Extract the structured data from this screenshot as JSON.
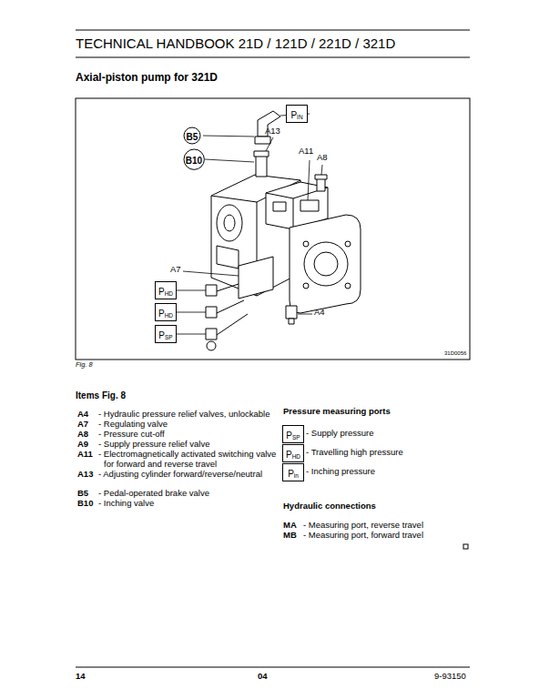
{
  "diagram": {
    "title": "TECHNICAL HANDBOOK 21D / 121D / 221D / 321D",
    "nodes": [
      {
        "text": [
          "P",
          "IN"
        ]
      },
      {
        "text": [
          "B5"
        ]
      },
      {
        "text": [
          "B10"
        ]
      },
      {
        "text": [
          "P",
          "HD"
        ]
      },
      {
        "text": [
          "P",
          "HD"
        ]
      },
      {
        "text": [
          "P",
          "SP"
        ]
      },
      {
        "text": [
          "P",
          "SP"
        ]
      },
      {
        "text": [
          "P",
          "HD"
        ]
      },
      {
        "text": [
          "P",
          "in"
        ]
      }
    ],
    "labels": [
      "Axial-piston pump for 321D",
      "A13",
      "A11",
      "A8",
      "A7",
      "A4",
      "31D0056",
      "Fig. 8",
      "Items Fig. 8",
      "A4",
      "- Hydraulic pressure relief valves, unlockable",
      "A7",
      "- Regulating valve",
      "A8",
      "- Pressure cut-off",
      "A9",
      "- Supply pressure relief valve",
      "A11",
      "- Electromagnetically activated switching valve for forward and reverse travel",
      "A13",
      "- Adjusting cylinder forward/reverse/neutral",
      "B5",
      "- Pedal-operated brake valve",
      "B10",
      "- Inching valve",
      "Pressure measuring ports",
      "- Supply pressure",
      "- Travelling high pressure",
      "- Inching pressure",
      "Hydraulic connections",
      "MA",
      "- Measuring port, reverse travel",
      "MB",
      "- Measuring port, forward travel",
      "14",
      "04",
      "9-93150"
    ]
  }
}
